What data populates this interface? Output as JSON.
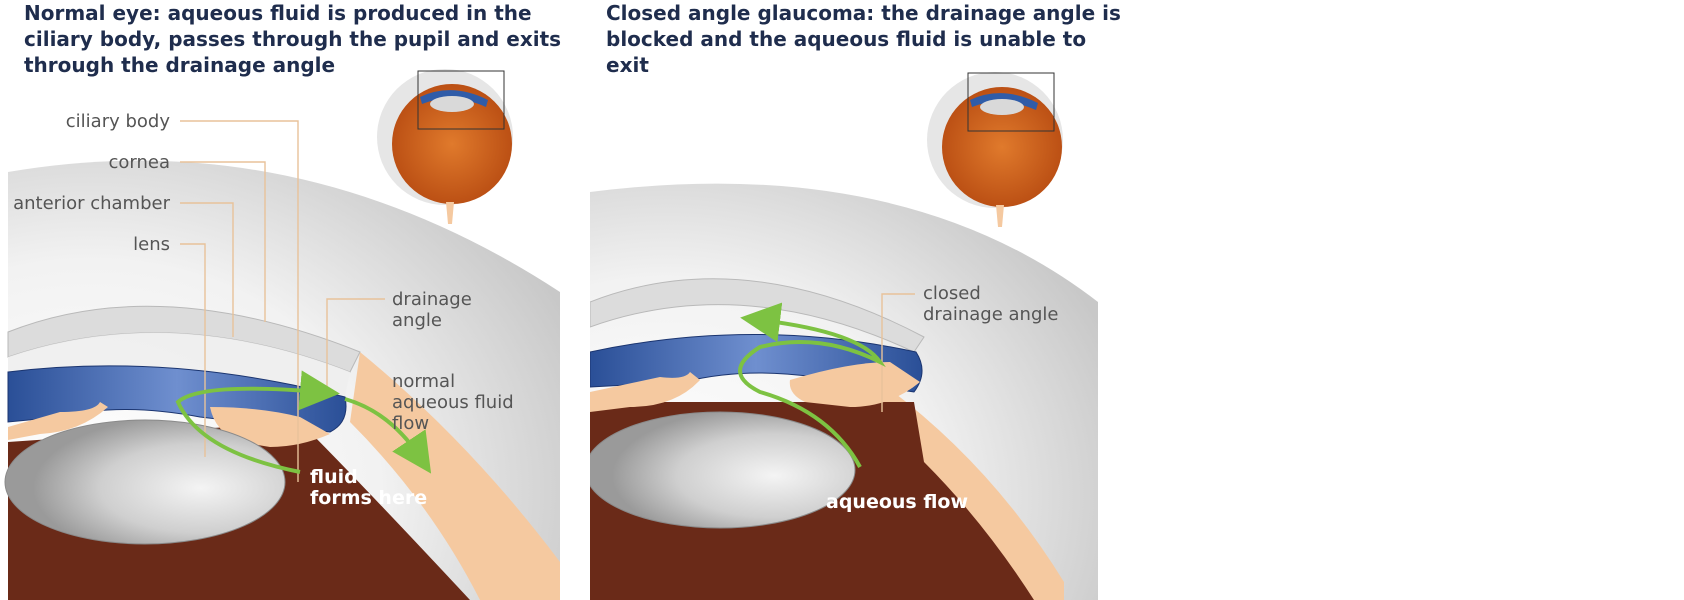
{
  "left_panel": {
    "title": "Normal eye: aqueous fluid is produced in the ciliary body, passes through the pupil and exits through the drainage angle",
    "labels": {
      "ciliary_body": "ciliary body",
      "cornea": "cornea",
      "anterior_chamber": "anterior chamber",
      "lens": "lens",
      "drainage_angle_1": "drainage",
      "drainage_angle_2": "angle",
      "flow_1": "normal",
      "flow_2": "aqueous fluid",
      "flow_3": "flow",
      "fluid_forms_1": "fluid",
      "fluid_forms_2": "forms here"
    }
  },
  "right_panel": {
    "title": "Closed angle glaucoma: the drainage angle is blocked and the aqueous fluid is unable to exit",
    "labels": {
      "closed_angle_1": "closed",
      "closed_angle_2": "drainage angle",
      "aqueous_flow": "aqueous flow"
    }
  },
  "colors": {
    "title": "#1f2d4d",
    "arrow": "#7dc242",
    "iris": "#2f5ca8",
    "tissue": "#f5c9a0",
    "interior": "#6a2a18",
    "leader": "#e8c29a"
  },
  "icons": [
    "whole-eye-thumbnail-icon",
    "zoom-box-icon"
  ]
}
